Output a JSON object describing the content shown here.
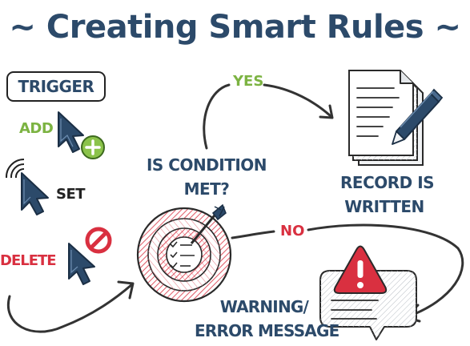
{
  "title": "~ Creating Smart Rules ~",
  "trigger": {
    "heading": "TRIGGER",
    "actions": {
      "add": "ADD",
      "set": "SET",
      "delete": "DELETE"
    }
  },
  "decision": {
    "question_line1": "IS CONDITION",
    "question_line2": "MET?"
  },
  "branches": {
    "yes": "YES",
    "no": "NO"
  },
  "outcomes": {
    "success_line1": "RECORD IS",
    "success_line2": "WRITTEN",
    "failure_line1": "WARNING/",
    "failure_line2": "ERROR MESSAGE"
  },
  "colors": {
    "navy": "#2c4a6a",
    "green": "#7cb342",
    "red": "#d93040",
    "dark": "#222222"
  },
  "icons": [
    "add-cursor-icon",
    "set-cursor-icon",
    "delete-cursor-icon",
    "target-icon",
    "document-pen-icon",
    "warning-chat-icon"
  ]
}
